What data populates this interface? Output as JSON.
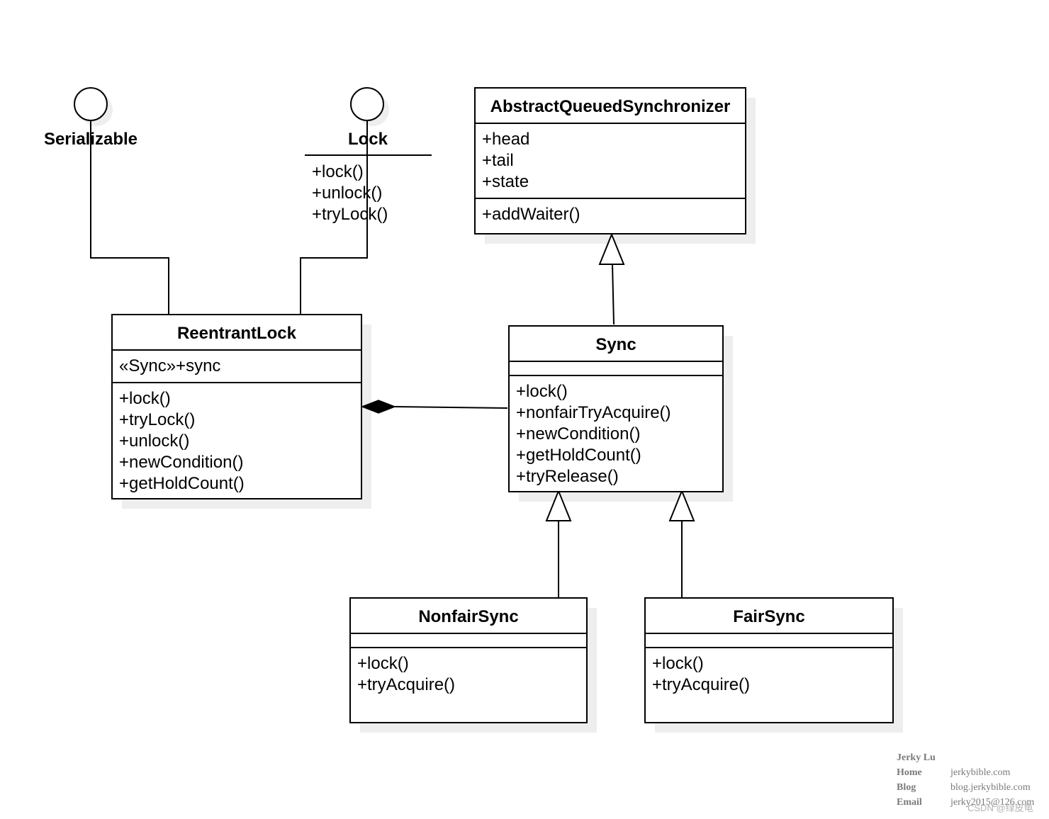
{
  "interfaces": {
    "serializable": {
      "name": "Serializable"
    },
    "lock": {
      "name": "Lock",
      "methods": [
        "+lock()",
        "+unlock()",
        "+tryLock()"
      ]
    }
  },
  "classes": {
    "aqs": {
      "name": "AbstractQueuedSynchronizer",
      "attributes": [
        "+head",
        "+tail",
        "+state"
      ],
      "methods": [
        "+addWaiter()"
      ]
    },
    "reentrant_lock": {
      "name": "ReentrantLock",
      "attributes": [
        "«Sync»+sync"
      ],
      "methods": [
        "+lock()",
        "+tryLock()",
        "+unlock()",
        "+newCondition()",
        "+getHoldCount()"
      ]
    },
    "sync": {
      "name": "Sync",
      "attributes": [],
      "methods": [
        "+lock()",
        "+nonfairTryAcquire()",
        "+newCondition()",
        "+getHoldCount()",
        "+tryRelease()"
      ]
    },
    "nonfair_sync": {
      "name": "NonfairSync",
      "attributes": [],
      "methods": [
        "+lock()",
        "+tryAcquire()"
      ]
    },
    "fair_sync": {
      "name": "FairSync",
      "attributes": [],
      "methods": [
        "+lock()",
        "+tryAcquire()"
      ]
    }
  },
  "footer": {
    "author": "Jerky Lu",
    "rows": [
      {
        "key": "Home",
        "value": "jerkybible.com"
      },
      {
        "key": "Blog",
        "value": "blog.jerkybible.com"
      },
      {
        "key": "Email",
        "value": "jerky2015@126.com"
      }
    ]
  },
  "watermark": "CSDN @绿皮龟",
  "colors": {
    "line": "#000000",
    "shadow": "#eeeeee",
    "fill": "#ffffff",
    "footer_text": "#7a7a7a"
  }
}
